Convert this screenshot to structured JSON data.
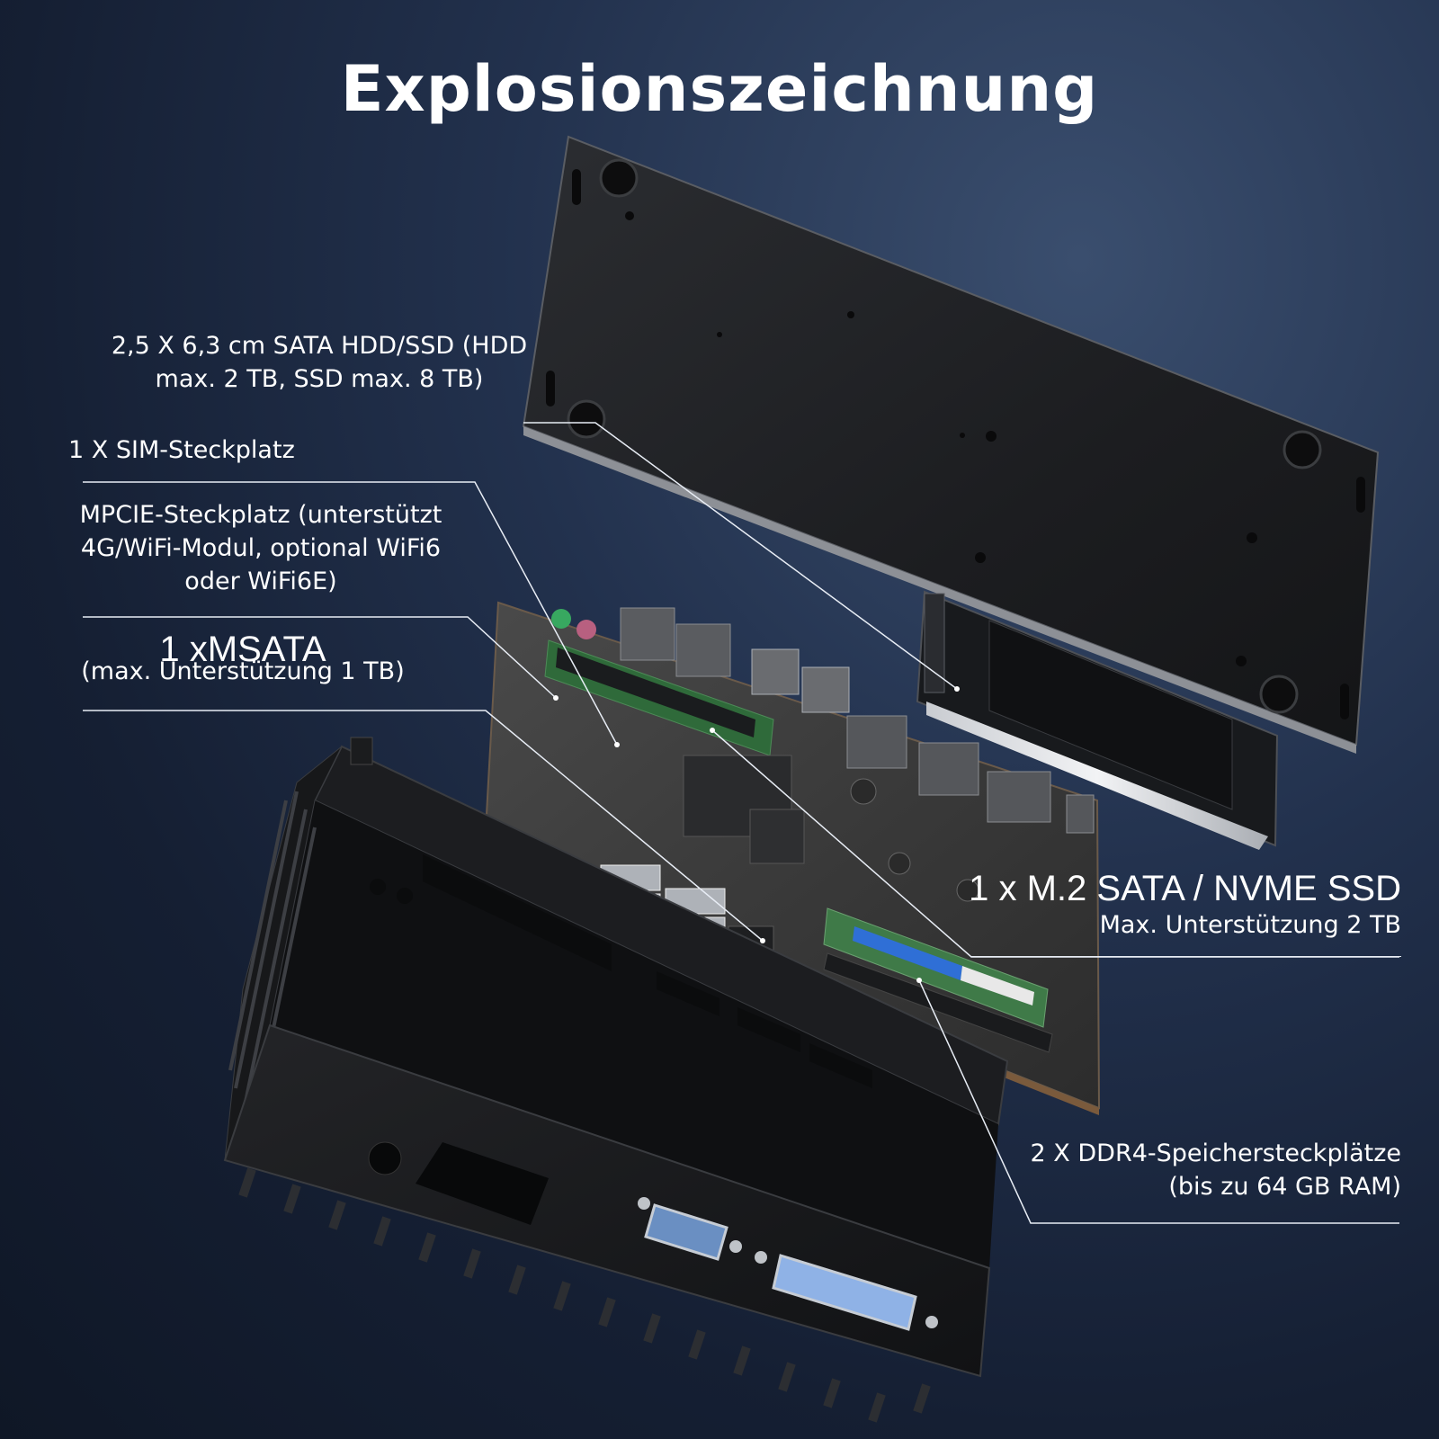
{
  "title": "Explosionszeichnung",
  "callouts": {
    "hdd": {
      "lines": [
        "2,5 X 6,3 cm SATA HDD/SSD (HDD",
        "max. 2 TB, SSD max. 8 TB)"
      ]
    },
    "sim": {
      "lines": [
        "1 X SIM-Steckplatz"
      ]
    },
    "mpcie": {
      "lines": [
        "MPCIE-Steckplatz (unterstützt",
        "4G/WiFi-Modul, optional WiFi6",
        "oder WiFi6E)"
      ]
    },
    "msata": {
      "heading": "1 xMSATA",
      "sub": "(max. Unterstützung 1 TB)"
    },
    "m2": {
      "heading": "1 x M.2 SATA / NVME SSD",
      "sub": "Max. Unterstützung 2 TB"
    },
    "ddr4": {
      "lines": [
        "2 X DDR4-Speichersteckplätze",
        "(bis zu 64 GB RAM)"
      ]
    }
  },
  "colors": {
    "background": "#1a263d",
    "leader_line": "#e8edf5",
    "pcb": "#3a3a3a",
    "ram_label": "#2f6fd6",
    "serial_port": "#6a8fc2",
    "parallel_port": "#8fb2e6"
  }
}
